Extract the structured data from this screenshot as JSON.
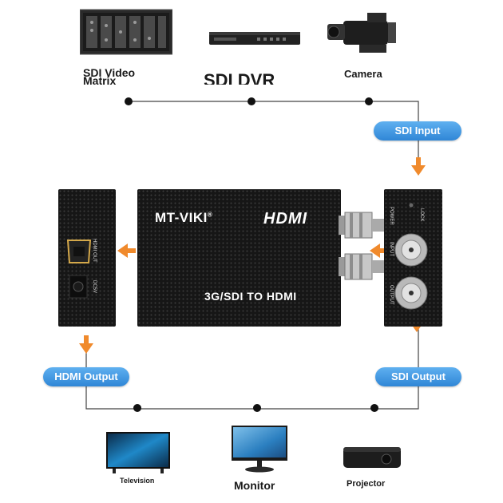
{
  "sources": {
    "sdi_video_matrix": "SDI Video\nMatrix",
    "sdi_dvr": "SDI DVR",
    "camera": "Camera"
  },
  "pills": {
    "sdi_input": "SDI Input",
    "hdmi_output": "HDMI Output",
    "sdi_output": "SDI Output"
  },
  "converter": {
    "brand": "MT-VIKI",
    "brand_mark": "®",
    "hdmi_logo": "HDMI",
    "model_text": "3G/SDI TO HDMI"
  },
  "left_panel": {
    "hdmi_out": "HDMI OUT",
    "dc5v": "DC5V"
  },
  "right_panel": {
    "power": "POWER",
    "lock": "LOCK",
    "input": "INPUT",
    "output": "OUTPUT"
  },
  "displays": {
    "television": "Television",
    "monitor": "Monitor",
    "projector": "Projector"
  },
  "colors": {
    "arrow": "#f08a2c",
    "pill": "#2f86d6",
    "device": "#161616"
  }
}
